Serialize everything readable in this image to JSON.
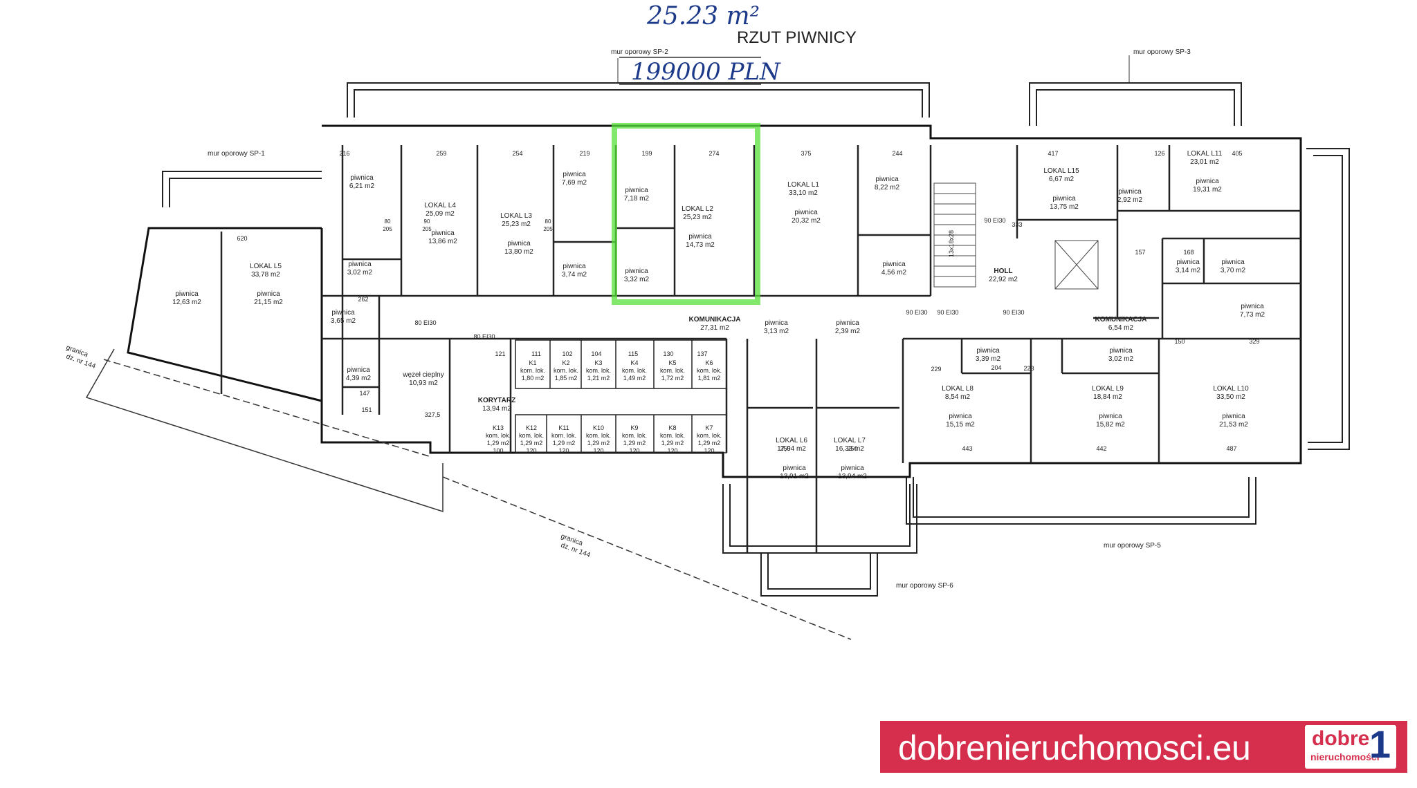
{
  "header": {
    "area_note": "25.23 m²",
    "title": "RZUT PIWNICY",
    "price_note": "199000 PLN"
  },
  "walls": {
    "sp1": "mur oporowy SP-1",
    "sp2": "mur oporowy SP-2",
    "sp3": "mur oporowy SP-3",
    "sp5": "mur oporowy SP-5",
    "sp6": "mur oporowy SP-6"
  },
  "boundary": {
    "label": "granica",
    "parcel": "dz. nr 144"
  },
  "rooms": [
    {
      "id": "r1",
      "name": "piwnica",
      "area": "6,21 m2"
    },
    {
      "id": "r2",
      "name": "piwnica",
      "area": "13,86 m2",
      "unit": "LOKAL L4",
      "unit_area": "25,09 m2"
    },
    {
      "id": "r3",
      "name": "piwnica",
      "area": "13,80 m2",
      "unit": "LOKAL L3",
      "unit_area": "25,23 m2"
    },
    {
      "id": "r4",
      "name": "piwnica",
      "area": "7,69 m2"
    },
    {
      "id": "r5",
      "name": "piwnica",
      "area": "3,74 m2"
    },
    {
      "id": "r6",
      "name": "piwnica",
      "area": "7,18 m2"
    },
    {
      "id": "r7",
      "name": "piwnica",
      "area": "14,73 m2",
      "unit": "LOKAL L2",
      "unit_area": "25,23 m2"
    },
    {
      "id": "r8",
      "name": "piwnica",
      "area": "3,32 m2"
    },
    {
      "id": "r9",
      "name": "piwnica",
      "area": "20,32 m2",
      "unit": "LOKAL L1",
      "unit_area": "33,10 m2"
    },
    {
      "id": "r10",
      "name": "piwnica",
      "area": "8,22 m2"
    },
    {
      "id": "r11",
      "name": "piwnica",
      "area": "4,56 m2"
    },
    {
      "id": "r12",
      "name": "piwnica",
      "area": "12,63 m2"
    },
    {
      "id": "r13",
      "name": "piwnica",
      "area": "21,15 m2",
      "unit": "LOKAL L5",
      "unit_area": "33,78 m2"
    },
    {
      "id": "r14",
      "name": "piwnica",
      "area": "3,02 m2"
    },
    {
      "id": "r15",
      "name": "piwnica",
      "area": "3,65 m2"
    },
    {
      "id": "r16",
      "name": "piwnica",
      "area": "4,39 m2"
    },
    {
      "id": "r17",
      "name": "węzeł cieplny",
      "area": "10,93 m2"
    },
    {
      "id": "r18",
      "name": "KORYTARZ",
      "area": "13,94 m2"
    },
    {
      "id": "r19",
      "name": "KOMUNIKACJA",
      "area": "27,31 m2"
    },
    {
      "id": "r20",
      "name": "piwnica",
      "area": "3,13 m2"
    },
    {
      "id": "r21",
      "name": "piwnica",
      "area": "2,39 m2"
    },
    {
      "id": "r22",
      "name": "piwnica",
      "area": "13,91 m2",
      "unit": "LOKAL L6",
      "unit_area": "17,04 m2"
    },
    {
      "id": "r23",
      "name": "piwnica",
      "area": "13,94 m2",
      "unit": "LOKAL L7",
      "unit_area": "16,33 m2"
    },
    {
      "id": "r24",
      "name": "HOLL",
      "area": "22,92 m2"
    },
    {
      "id": "r25",
      "name": "piwnica",
      "area": "13,75 m2",
      "unit": "LOKAL L15",
      "unit_area": "6,67 m2"
    },
    {
      "id": "r26",
      "name": "piwnica",
      "area": "2,92 m2"
    },
    {
      "id": "r27",
      "name": "piwnica",
      "area": "19,31 m2",
      "unit": "LOKAL L11",
      "unit_area": "23,01 m2"
    },
    {
      "id": "r28",
      "name": "piwnica",
      "area": "3,14 m2"
    },
    {
      "id": "r29",
      "name": "piwnica",
      "area": "3,70 m2"
    },
    {
      "id": "r30",
      "name": "piwnica",
      "area": "7,73 m2"
    },
    {
      "id": "r31",
      "name": "KOMUNIKACJA",
      "area": "6,54 m2"
    },
    {
      "id": "r32",
      "name": "piwnica",
      "area": "3,39 m2"
    },
    {
      "id": "r33",
      "name": "piwnica",
      "area": "3,02 m2"
    },
    {
      "id": "r34",
      "name": "piwnica",
      "area": "15,15 m2",
      "unit": "LOKAL L8",
      "unit_area": "8,54 m2"
    },
    {
      "id": "r35",
      "name": "piwnica",
      "area": "15,82 m2",
      "unit": "LOKAL L9",
      "unit_area": "18,84 m2"
    },
    {
      "id": "r36",
      "name": "piwnica",
      "area": "21,53 m2",
      "unit": "LOKAL L10",
      "unit_area": "33,50 m2"
    }
  ],
  "lockers_top": [
    {
      "id": "K1",
      "name": "kom. lok.",
      "area": "1,80 m2"
    },
    {
      "id": "K2",
      "name": "kom. lok.",
      "area": "1,85 m2"
    },
    {
      "id": "K3",
      "name": "kom. lok.",
      "area": "1,21 m2"
    },
    {
      "id": "K4",
      "name": "kom. lok.",
      "area": "1,49 m2"
    },
    {
      "id": "K5",
      "name": "kom. lok.",
      "area": "1,72 m2"
    },
    {
      "id": "K6",
      "name": "kom. lok.",
      "area": "1,81 m2"
    }
  ],
  "lockers_bottom": [
    {
      "id": "K13",
      "name": "kom. lok.",
      "area": "1,29 m2"
    },
    {
      "id": "K12",
      "name": "kom. lok.",
      "area": "1,29 m2"
    },
    {
      "id": "K11",
      "name": "kom. lok.",
      "area": "1,29 m2"
    },
    {
      "id": "K10",
      "name": "kom. lok.",
      "area": "1,29 m2"
    },
    {
      "id": "K9",
      "name": "kom. lok.",
      "area": "1,29 m2"
    },
    {
      "id": "K8",
      "name": "kom. lok.",
      "area": "1,29 m2"
    },
    {
      "id": "K7",
      "name": "kom. lok.",
      "area": "1,29 m2"
    }
  ],
  "dimensions": {
    "top_row": [
      "216",
      "259",
      "254",
      "219",
      "199",
      "274",
      "375",
      "244",
      "417",
      "126",
      "405"
    ],
    "locker_widths_top": [
      "121",
      "111",
      "102",
      "104",
      "115",
      "130",
      "137"
    ],
    "locker_widths_bottom": [
      "100",
      "120",
      "120",
      "120",
      "120",
      "120",
      "120"
    ],
    "lower_row": [
      "255",
      "250",
      "443",
      "442",
      "487"
    ],
    "misc": [
      "620",
      "262",
      "327,5",
      "147",
      "151",
      "229",
      "204",
      "223",
      "157",
      "168",
      "150",
      "329",
      "333"
    ]
  },
  "doors": {
    "fire": [
      "90 EI30",
      "90 EI30",
      "90 EI30",
      "90 EI30",
      "80 EI30",
      "80 EI30"
    ],
    "standard": [
      "80",
      "205",
      "90",
      "205",
      "80",
      "205"
    ]
  },
  "stairs": {
    "label": "13x18x28"
  },
  "highlight": {
    "color": "#58e03a"
  },
  "brand": {
    "url": "dobrenieruchomosci.eu",
    "logo_top": "dobre",
    "logo_bottom": "nieruchomości",
    "logo_mark": "1",
    "banner_color": "#d62f4d",
    "mark_color": "#1d3a8a"
  }
}
